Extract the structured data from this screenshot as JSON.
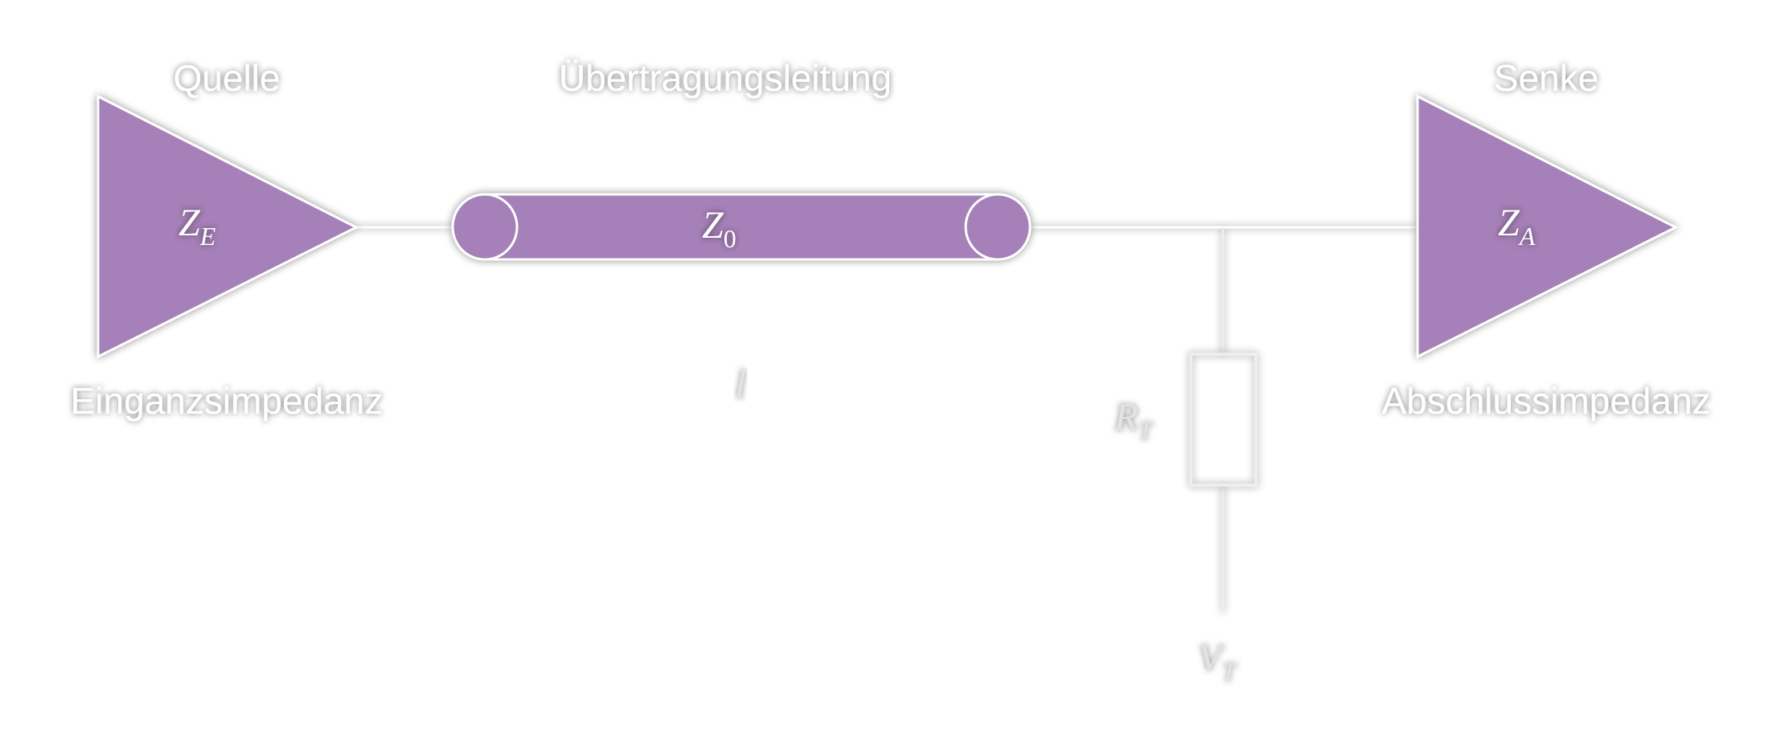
{
  "colors": {
    "fill": "#a680b8",
    "stroke": "#ffffff",
    "wire": "#eeeeee",
    "muted_text": "#e2e2e2"
  },
  "source": {
    "heading": "Quelle",
    "impedance_symbol": "Z",
    "impedance_subscript": "E",
    "caption": "Einganzsimpedanz"
  },
  "line": {
    "heading": "Übertragungsleitung",
    "impedance_symbol": "Z",
    "impedance_subscript": "0",
    "length_symbol": "l"
  },
  "sink": {
    "heading": "Senke",
    "impedance_symbol": "Z",
    "impedance_subscript": "A",
    "caption": "Abschlussimpedanz"
  },
  "termination": {
    "resistor_symbol": "R",
    "resistor_subscript": "T",
    "voltage_symbol": "V",
    "voltage_subscript": "T"
  }
}
